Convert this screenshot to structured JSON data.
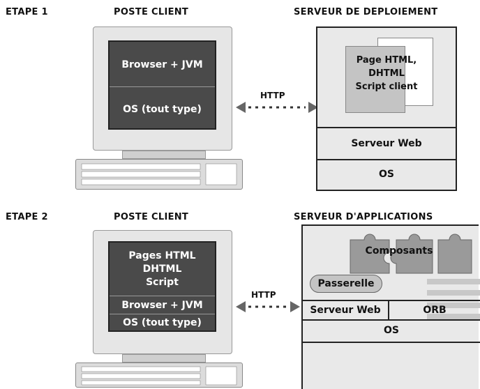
{
  "step1": {
    "label": "ETAPE 1",
    "client_header": "POSTE CLIENT",
    "server_header": "SERVEUR DE DÉPLOIEMENT",
    "screen_top": "Browser + JVM",
    "screen_bottom": "OS (tout type)",
    "protocol": "HTTP",
    "doc_line1": "Page HTML,",
    "doc_line2": "DHTML",
    "doc_line3": "Script client",
    "server_layer_web": "Serveur Web",
    "server_layer_os": "OS"
  },
  "step2": {
    "label": "ETAPE 2",
    "client_header": "POSTE CLIENT",
    "server_header": "SERVEUR D'APPLICATIONS",
    "screen_line1": "Pages HTML",
    "screen_line2": "DHTML",
    "screen_line3": "Script",
    "screen_mid": "Browser + JVM",
    "screen_bottom": "OS (tout type)",
    "protocol": "HTTP",
    "components": "Composants",
    "gateway": "Passerelle",
    "layer_web": "Serveur Web",
    "layer_orb": "ORB",
    "layer_os": "OS"
  },
  "colors": {
    "screen_dark": "#4a4a4a",
    "bezel": "#e6e6e6",
    "server_bg": "#e9e9e9",
    "stripe": "#c8c8c8",
    "puzzle": "#9a9a9a"
  }
}
